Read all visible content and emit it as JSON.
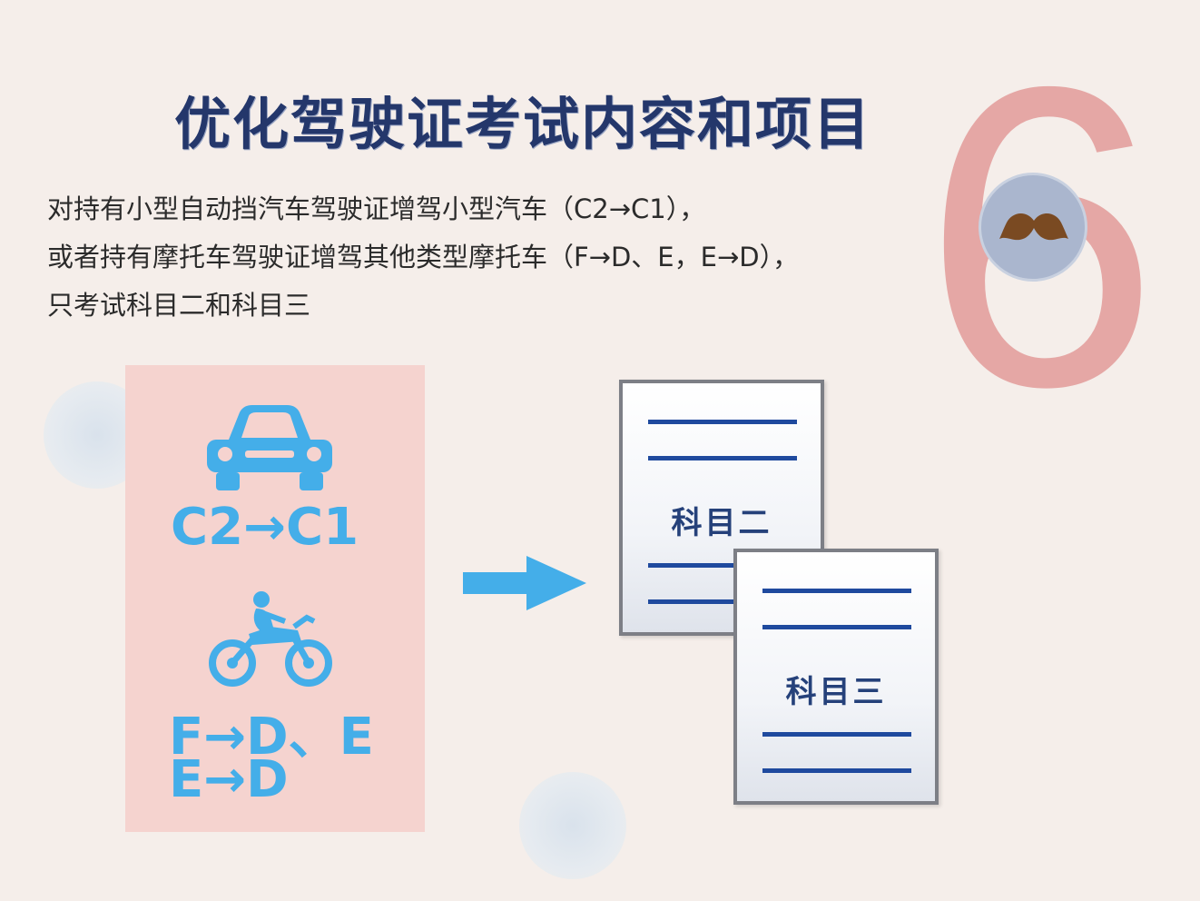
{
  "title": "优化驾驶证考试内容和项目",
  "description": {
    "line1": "对持有小型自动挡汽车驾驶证增驾小型汽车（C2→C1），",
    "line2": "或者持有摩托车驾驶证增驾其他类型摩托车（F→D、E，E→D），",
    "line3": "只考试科目二和科目三"
  },
  "number": "6",
  "panel": {
    "car_label": "C2→C1",
    "moto_label_line1": "F→D、E",
    "moto_label_line2": "E→D"
  },
  "docs": {
    "doc1_label": "科目二",
    "doc2_label": "科目三"
  },
  "colors": {
    "title": "#24376b",
    "number": "#e5a7a5",
    "icon_blue": "#44aee9",
    "panel_bg": "#f5d3cf",
    "doc_lines": "#1f4a9e"
  },
  "icons": [
    "car-icon",
    "motorcycle-icon",
    "right-arrow-icon",
    "mustache-icon"
  ]
}
